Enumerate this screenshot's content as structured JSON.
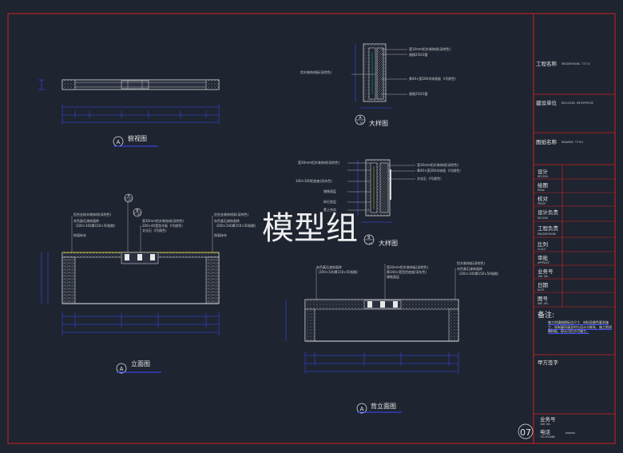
{
  "watermark": "模型组",
  "views": {
    "top_view": {
      "marker": "A",
      "title": "俯视图"
    },
    "front_view": {
      "marker": "A",
      "title": "立面图"
    },
    "back_view": {
      "marker": "A",
      "title": "背立面图"
    },
    "detail_a": {
      "marker": "A",
      "sheet": "T-09",
      "title": "大样图"
    },
    "detail_b": {
      "marker": "B",
      "sheet": "T-08",
      "title": "大样图"
    },
    "callout_a": {
      "marker": "A",
      "sheet": "T-09"
    },
    "callout_b": {
      "marker": "B",
      "sheet": "T-08"
    }
  },
  "notes": {
    "detail_a_1": "宽10mm铝木装饰线(深棕色)",
    "detail_a_2": "铝木装饰线板(深棕色)",
    "detail_a_3": "厚40×宽200木饰面板（Ⅰ号颜色）",
    "detail_a_4": "规格250/1管",
    "detail_b_1": "宽30mm铝木装饰线(深棕色)",
    "detail_b_2": "厚40×宽200木饰面（Ⅰ号颜色）",
    "detail_b_3": "340×340铝底座(深灰色)",
    "detail_b_4": "文化石（Ⅰ号颜色）",
    "detail_b_5": "铺装面层",
    "detail_b_6": "碎石垫层",
    "detail_b_7": "素土夯实",
    "front_1": "铝合金轮木装饰线(深棕色)",
    "front_2": "灰色真石漆饰面砖",
    "front_3": "（200×100厚150×50规格）",
    "front_4": "饰面抹灰",
    "front_5": "宽30mm铝木装饰线(深棕色)",
    "front_6": "200×40宽型木板（Ⅰ号颜色）",
    "front_7": "文化石（Ⅰ号颜色）",
    "front_8": "铝合金装饰线条(深棕色)",
    "back_1": "灰色真石漆饰面砖",
    "back_2": "宽30mm铝木装饰板(深棕色)",
    "back_3": "厚340×宽型铝底座(深灰色)",
    "back_4": "铺装面层",
    "back_5": "铝木装饰板(深棕色)"
  },
  "title_block": {
    "project": {
      "label": "工程名称",
      "sub": "ENGINEERING TITLE"
    },
    "unit": {
      "label": "建设单位",
      "sub": "BUILDING ENTERPRISE"
    },
    "drawing": {
      "label": "图纸名称",
      "sub": "DRAWING TITLE"
    },
    "rows": [
      {
        "label": "设计",
        "sub": "DESIGN"
      },
      {
        "label": "绘图",
        "sub": "DRAW"
      },
      {
        "label": "校对",
        "sub": "PROOF"
      },
      {
        "label": "设计负责",
        "sub": "DESIGN"
      },
      {
        "label": "工程负责",
        "sub": "ENGINEERING"
      },
      {
        "label": "比列",
        "sub": "SCALE"
      },
      {
        "label": "审批",
        "sub": "APPROVE"
      },
      {
        "label": "业务号",
        "sub": "JOB NO."
      },
      {
        "label": "日期",
        "sub": "DATE"
      },
      {
        "label": "图号",
        "sub": "DWG NO."
      }
    ],
    "remarks_label": "备注:",
    "remarks_text": "施工时请按照标注尺寸、材料及颜色要求施工，如有疑问请及时与设计方联系，施工前须做样板，经认可后方可施工。",
    "client_sign": "甲方签字",
    "job_no": {
      "label": "业务号",
      "sub": "JOB NO."
    },
    "phone": {
      "label": "电话",
      "sub": "TELEPHONE"
    },
    "sheet_no": "07"
  },
  "colors": {
    "frame": "#cc2222",
    "lines": "#e8e8e8",
    "dims": "#3a4cff",
    "title_underline": "#3a4cff",
    "hatch": "#c8c8c8",
    "accent_yellow": "#e0d020",
    "accent_green": "#00b050"
  }
}
